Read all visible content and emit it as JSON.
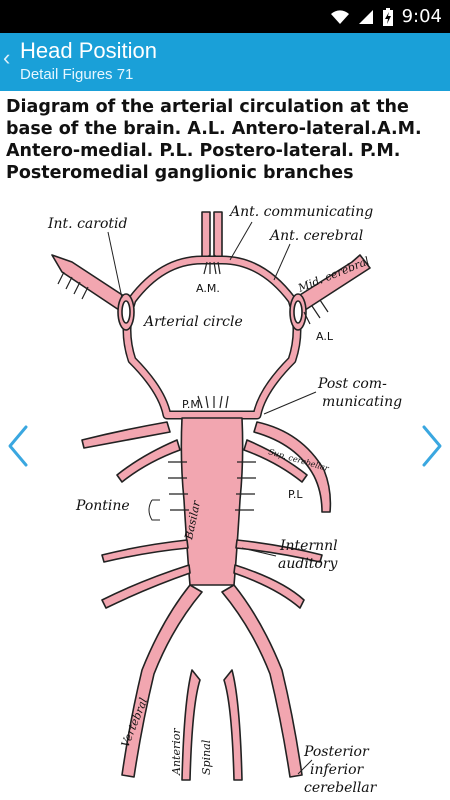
{
  "status_bar": {
    "time": "9:04",
    "icons": [
      "wifi-icon",
      "signal-icon",
      "battery-charging-icon"
    ]
  },
  "action_bar": {
    "title": "Head Position",
    "subtitle": "Detail Figures 71",
    "back_icon": "chevron-left-icon",
    "color": "#1aa0d8"
  },
  "figure": {
    "description": "Diagram of the arterial circulation at the base of the brain. A.L. Antero-lateral.A.M. Antero-medial. P.L. Postero-lateral. P.M. Posteromedial ganglionic branches",
    "labels": {
      "int_carotid": "Int. carotid",
      "ant_communicating": "Ant. communicating",
      "ant_cerebral": "Ant. cerebral",
      "am": "A.M.",
      "mid_cerebral": "Mid. cerebral",
      "arterial_circle": "Arterial circle",
      "al": "A.L",
      "post_communicating_1": "Post com-",
      "post_communicating_2": "municating",
      "pm": "P.M.",
      "sup_cerebellar": "Sup. cerebellar",
      "pl": "P.L",
      "pontine": "Pontine",
      "basilar": "Basilar",
      "internal_auditory_1": "Internnl",
      "internal_auditory_2": "auditory",
      "vertebral": "Vertebral",
      "anterior": "Anterior",
      "spinal": "Spinal",
      "posterior_inferior_1": "Posterior",
      "posterior_inferior_2": "inferior",
      "posterior_inferior_3": "cerebellar"
    },
    "artery_color": "#f2a6b0",
    "artery_outline": "#222222"
  },
  "navigation": {
    "prev_icon": "chevron-left-icon",
    "next_icon": "chevron-right-icon",
    "color": "#3aa7e0"
  }
}
